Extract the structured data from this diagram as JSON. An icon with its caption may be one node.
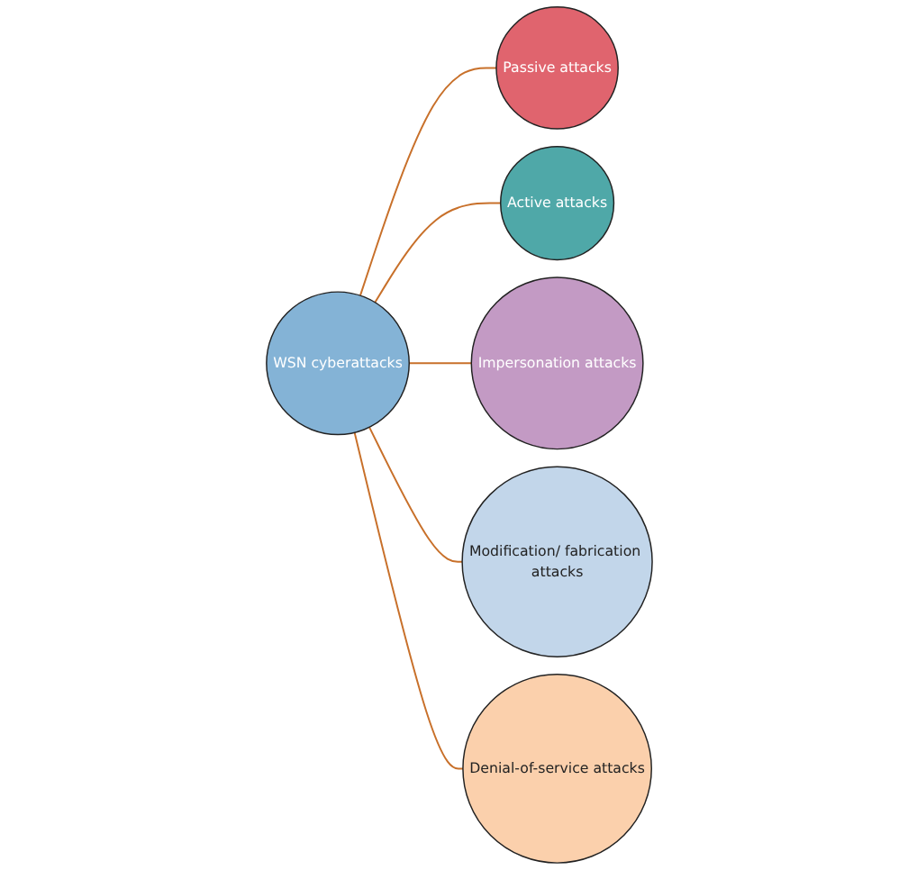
{
  "diagram": {
    "nodes": [
      {
        "text": [
          "WSN cyberattacks"
        ]
      },
      {
        "text": [
          "Passive attacks"
        ]
      },
      {
        "text": [
          "Active attacks"
        ]
      },
      {
        "text": [
          "Impersonation attacks"
        ]
      },
      {
        "text": [
          "Modification/ fabrication attacks"
        ]
      },
      {
        "text": [
          "Denial-of-service attacks"
        ]
      }
    ],
    "edges": [
      {
        "from": 0,
        "to": 1,
        "arrow": "none"
      },
      {
        "from": 0,
        "to": 2,
        "arrow": "none"
      },
      {
        "from": 0,
        "to": 3,
        "arrow": "none"
      },
      {
        "from": 0,
        "to": 4,
        "arrow": "none"
      },
      {
        "from": 0,
        "to": 5,
        "arrow": "none"
      }
    ]
  }
}
